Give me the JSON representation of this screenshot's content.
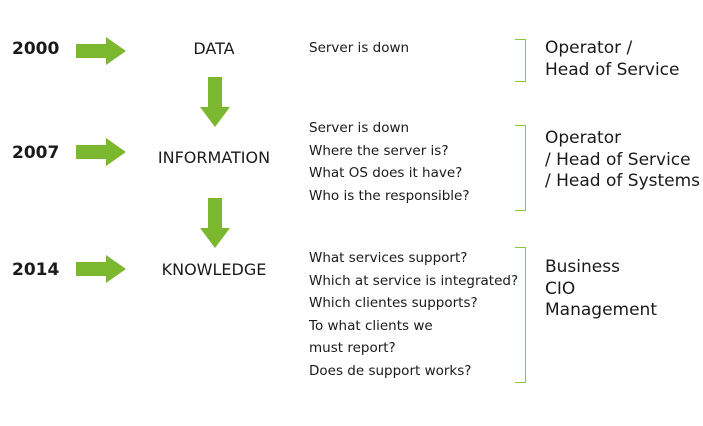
{
  "colors": {
    "arrow": "#7cb82f",
    "bracket": "#8cc63f",
    "text": "#1a1a1a"
  },
  "rows": [
    {
      "year": "2000",
      "stage": "DATA",
      "questions": [
        "Server is down"
      ],
      "roles": [
        "Operator /",
        "Head of Service"
      ]
    },
    {
      "year": "2007",
      "stage": "INFORMATION",
      "questions": [
        "Server is down",
        "Where the server is?",
        "What OS does it have?",
        "Who is the responsible?"
      ],
      "roles": [
        "Operator",
        "/ Head of Service",
        "/ Head of Systems"
      ]
    },
    {
      "year": "2014",
      "stage": "KNOWLEDGE",
      "questions": [
        "What services support?",
        "Which at service is integrated?",
        "Which clientes supports?",
        "To what clients we",
        "must report?",
        "Does de support works?"
      ],
      "roles": [
        "Business",
        "CIO",
        "Management"
      ]
    }
  ]
}
